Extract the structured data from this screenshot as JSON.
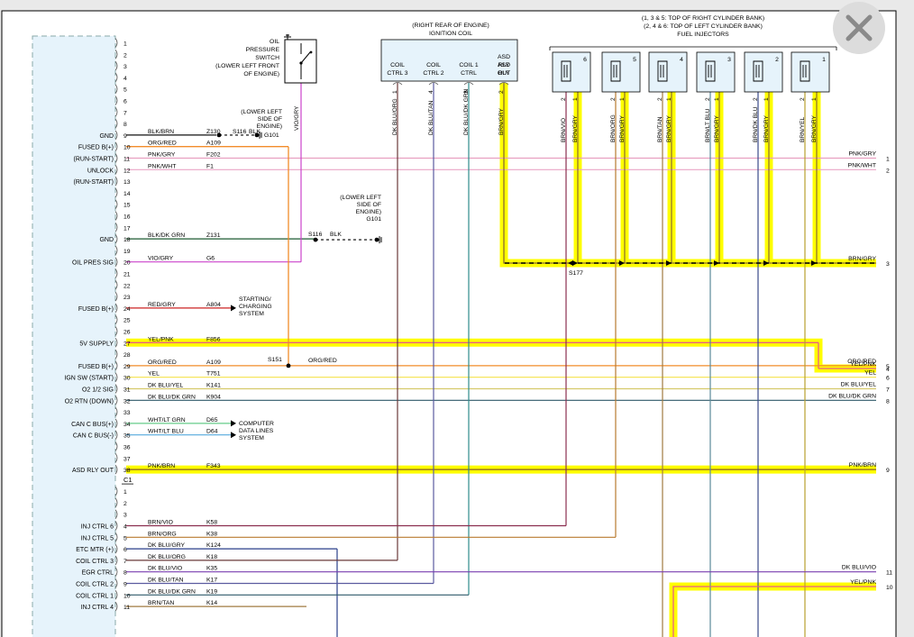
{
  "sheet": {
    "pcm_left_labels": [
      {
        "pin": 9,
        "text": "GND"
      },
      {
        "pin": 10,
        "text": "FUSED B(+)"
      },
      {
        "pin": 11,
        "text": "(RUN-START)"
      },
      {
        "pin": 12,
        "text": "UNLOCK"
      },
      {
        "pin": 13,
        "text": "(RUN-START)"
      },
      {
        "pin": 18,
        "text": "GND"
      },
      {
        "pin": 20,
        "text": "OIL PRES SIG"
      },
      {
        "pin": 24,
        "text": "FUSED B(+)"
      },
      {
        "pin": 27,
        "text": "5V SUPPLY"
      },
      {
        "pin": 29,
        "text": "FUSED B(+)"
      },
      {
        "pin": 30,
        "text": "IGN SW (START)"
      },
      {
        "pin": 31,
        "text": "O2 1/2 SIG"
      },
      {
        "pin": 32,
        "text": "O2 RTN (DOWN)"
      },
      {
        "pin": 34,
        "text": "CAN C BUS(+)"
      },
      {
        "pin": 35,
        "text": "CAN C BUS(-)"
      },
      {
        "pin": 38,
        "text": "ASD RLY OUT"
      }
    ],
    "pcm_c2_labels": [
      {
        "pin": 4,
        "text": "INJ CTRL 6"
      },
      {
        "pin": 5,
        "text": "INJ CTRL 5"
      },
      {
        "pin": 6,
        "text": "ETC MTR (+)"
      },
      {
        "pin": 7,
        "text": "COIL CTRL 3"
      },
      {
        "pin": 8,
        "text": "EGR CTRL"
      },
      {
        "pin": 9,
        "text": "COIL CTRL 2"
      },
      {
        "pin": 10,
        "text": "COIL CTRL 1"
      },
      {
        "pin": 11,
        "text": "INJ CTRL 4"
      }
    ],
    "connector_c1": "C1",
    "c1_wires": [
      {
        "pin": 9,
        "color": "BLK/BRN",
        "circuit": "Z130"
      },
      {
        "pin": 10,
        "color": "ORG/RED",
        "circuit": "A109"
      },
      {
        "pin": 11,
        "color": "PNK/GRY",
        "circuit": "F202",
        "end": "PNK/GRY",
        "out": "1"
      },
      {
        "pin": 12,
        "color": "PNK/WHT",
        "circuit": "F1",
        "end": "PNK/WHT",
        "out": "2"
      },
      {
        "pin": 18,
        "color": "BLK/DK GRN",
        "circuit": "Z131"
      },
      {
        "pin": 20,
        "color": "VIO/GRY",
        "circuit": "G6"
      },
      {
        "pin": 24,
        "color": "RED/GRY",
        "circuit": "A804"
      },
      {
        "pin": 27,
        "color": "YEL/PNK",
        "circuit": "F856",
        "end": "YEL/PNK",
        "out": "4"
      },
      {
        "pin": 29,
        "color": "ORG/RED",
        "circuit": "A109",
        "end": "ORG/RED",
        "out": "5"
      },
      {
        "pin": 30,
        "color": "YEL",
        "circuit": "T751",
        "end": "YEL",
        "out": "6"
      },
      {
        "pin": 31,
        "color": "DK BLU/YEL",
        "circuit": "K141",
        "end": "DK BLU/YEL",
        "out": "7"
      },
      {
        "pin": 32,
        "color": "DK BLU/DK GRN",
        "circuit": "K904",
        "end": "DK BLU/DK GRN",
        "out": "8"
      },
      {
        "pin": 34,
        "color": "WHT/LT GRN",
        "circuit": "D65"
      },
      {
        "pin": 35,
        "color": "WHT/LT BLU",
        "circuit": "D64"
      },
      {
        "pin": 38,
        "color": "PNK/BRN",
        "circuit": "F343",
        "end": "PNK/BRN",
        "out": "9"
      }
    ],
    "c2_wires": [
      {
        "pin": 4,
        "color": "BRN/VIO",
        "circuit": "K58"
      },
      {
        "pin": 5,
        "color": "BRN/ORG",
        "circuit": "K38"
      },
      {
        "pin": 6,
        "color": "DK BLU/GRY",
        "circuit": "K124"
      },
      {
        "pin": 7,
        "color": "DK BLU/ORG",
        "circuit": "K18"
      },
      {
        "pin": 8,
        "color": "DK BLU/VIO",
        "circuit": "K35",
        "end": "DK BLU/VIO",
        "out": "11"
      },
      {
        "pin": 9,
        "color": "DK BLU/TAN",
        "circuit": "K17"
      },
      {
        "pin": 10,
        "color": "DK BLU/DK GRN",
        "circuit": "K19"
      },
      {
        "pin": 11,
        "color": "BRN/TAN",
        "circuit": "K14"
      }
    ],
    "out_yel_pnk_10": {
      "text": "YEL/PNK",
      "num": "10"
    },
    "out_brn_gry_3": {
      "text": "BRN/GRY",
      "num": "3"
    },
    "oil_switch": {
      "l1": "OIL",
      "l2": "PRESSURE",
      "l3": "SWITCH",
      "l4": "(LOWER LEFT FRONT",
      "l5": "OF ENGINE)",
      "wire": "VIO/GRY"
    },
    "g101_top": {
      "l1": "(LOWER LEFT",
      "l2": "SIDE OF",
      "l3": "ENGINE)",
      "splice": "S116",
      "blk": "BLK",
      "ground": "G101"
    },
    "g101_mid": {
      "l1": "(LOWER LEFT",
      "l2": "SIDE OF",
      "l3": "ENGINE)",
      "ground": "G101",
      "splice": "S116",
      "blk": "BLK"
    },
    "s151": {
      "name": "S151",
      "color": "ORG/RED"
    },
    "s177": "S177",
    "starting": {
      "l1": "STARTING/",
      "l2": "CHARGING",
      "l3": "SYSTEM"
    },
    "computer": {
      "l1": "COMPUTER",
      "l2": "DATA LINES",
      "l3": "SYSTEM"
    },
    "ignition_coil": {
      "t1": "(RIGHT REAR OF ENGINE)",
      "t2": "IGNITION COIL",
      "cols": [
        {
          "a": "COIL",
          "b": "CTRL 3",
          "pin": "1",
          "wire": "DK BLU/ORG"
        },
        {
          "a": "COIL",
          "b": "CTRL 2",
          "pin": "4",
          "wire": "DK BLU/TAN"
        },
        {
          "a": "COIL 1",
          "b": "CTRL",
          "pin": "3",
          "wire": "DK BLU/DK GRN"
        },
        {
          "a": "ASD",
          "b": "RLY",
          "c": "OUT",
          "pin": "2",
          "wire": "BRN/GRY"
        }
      ]
    },
    "injectors": {
      "t1": "(1, 3 & 5: TOP OF RIGHT CYLINDER BANK)",
      "t2": "(2, 4 & 6: TOP OF LEFT CYLINDER BANK)",
      "t3": "FUEL INJECTORS",
      "items": [
        {
          "num": "6",
          "w1": "BRN/VIO",
          "w2": "BRN/GRY"
        },
        {
          "num": "5",
          "w1": "BRN/ORG",
          "w2": "BRN/GRY"
        },
        {
          "num": "4",
          "w1": "BRN/TAN",
          "w2": "BRN/GRY"
        },
        {
          "num": "3",
          "w1": "BRN/LT BLU",
          "w2": "BRN/GRY"
        },
        {
          "num": "2",
          "w1": "BRN/DK BLU",
          "w2": "BRN/GRY"
        },
        {
          "num": "1",
          "w1": "BRN/YEL",
          "w2": "BRN/GRY"
        }
      ],
      "pin_a": "2",
      "pin_b": "1"
    }
  },
  "colors": {
    "highlight": "#ffff00",
    "highlight_edge": "#f2d200",
    "orange": "#f28c2a",
    "pink": "#e8a0c0",
    "violet": "#cc44cc",
    "dark_blue": "#2a3f8a",
    "teal": "#2f8c8c"
  },
  "icons": {
    "close": "close-x-icon"
  }
}
